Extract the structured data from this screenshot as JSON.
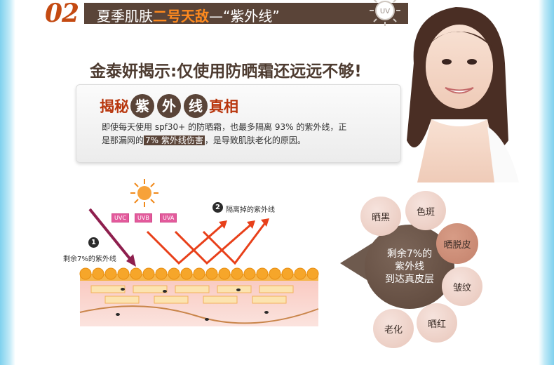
{
  "header": {
    "section_number": "02",
    "title_part1": "夏季肌肤",
    "title_highlight": "二号天敌",
    "title_part2": "—“紫外线”",
    "badge_text": "UV"
  },
  "headline": "金泰妍揭示:仅使用防晒霜还远远不够!",
  "card": {
    "title_prefix": "揭秘",
    "title_chars": [
      "紫",
      "外",
      "线"
    ],
    "title_suffix": "真相",
    "body_line1": "即使每天使用 spf30+ 的防晒霜，也最多隔离 93% 的紫外线，正",
    "body_line2_prefix": "是那漏网的",
    "body_line2_highlight": "7% 紫外线伤害",
    "body_line2_suffix": "，是导致肌肤老化的原因。"
  },
  "diagram": {
    "uv_tags": [
      "UVC",
      "UVB",
      "UVA"
    ],
    "label_1_num": "1",
    "label_1": "剩余7%的紫外线",
    "label_2_num": "2",
    "label_2": "隔离掉的紫外线"
  },
  "effects": {
    "center_line1": "剩余7%的",
    "center_line2": "紫外线",
    "center_line3": "到达真皮层",
    "items": [
      "晒黑",
      "色斑",
      "晒脱皮",
      "皱纹",
      "晒红",
      "老化"
    ]
  },
  "colors": {
    "brand_brown": "#5a4438",
    "accent_orange": "#ff8a1e",
    "title_red": "#b8360d",
    "uv_pink": "#e35a9c"
  }
}
